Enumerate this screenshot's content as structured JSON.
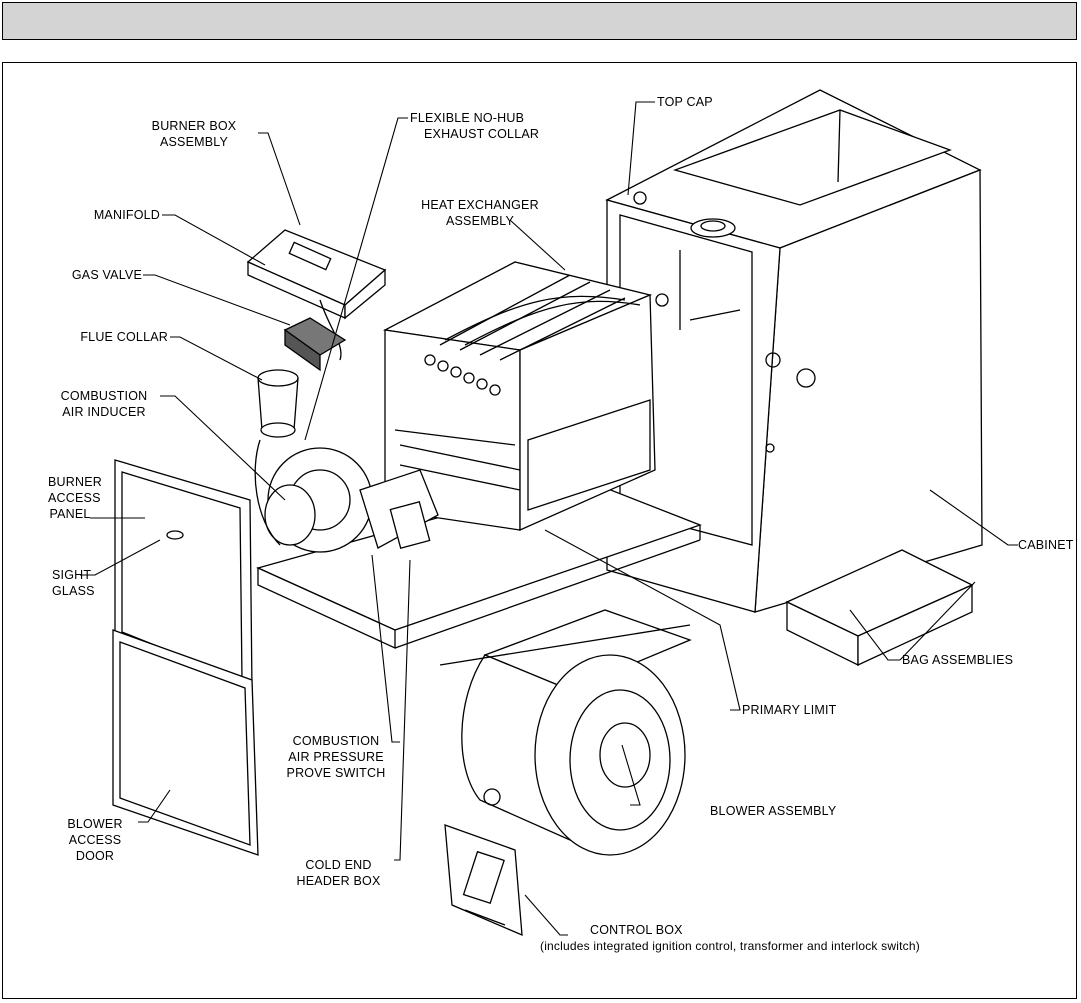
{
  "header": {
    "title": ""
  },
  "labels": {
    "burner_box_assembly": [
      "BURNER BOX",
      "ASSEMBLY"
    ],
    "flexible_exhaust_collar": [
      "FLEXIBLE NO-HUB",
      "EXHAUST COLLAR"
    ],
    "top_cap": [
      "TOP CAP"
    ],
    "manifold": [
      "MANIFOLD"
    ],
    "heat_exchanger_assembly": [
      "HEAT EXCHANGER",
      "ASSEMBLY"
    ],
    "gas_valve": [
      "GAS VALVE"
    ],
    "flue_collar": [
      "FLUE COLLAR"
    ],
    "combustion_air_inducer": [
      "COMBUSTION",
      "AIR INDUCER"
    ],
    "burner_access_panel": [
      "BURNER",
      "ACCESS",
      "PANEL"
    ],
    "sight_glass": [
      "SIGHT",
      "GLASS"
    ],
    "cabinet": [
      "CABINET"
    ],
    "bag_assemblies": [
      "BAG ASSEMBLIES"
    ],
    "primary_limit": [
      "PRIMARY LIMIT"
    ],
    "combustion_air_pressure_prove_switch": [
      "COMBUSTION",
      "AIR PRESSURE",
      "PROVE SWITCH"
    ],
    "blower_assembly": [
      "BLOWER ASSEMBLY"
    ],
    "blower_access_door": [
      "BLOWER",
      "ACCESS",
      "DOOR"
    ],
    "cold_end_header_box": [
      "COLD END",
      "HEADER BOX"
    ],
    "control_box": [
      "CONTROL BOX"
    ],
    "control_box_note": [
      "(includes integrated ignition control, transformer and interlock switch)"
    ]
  }
}
